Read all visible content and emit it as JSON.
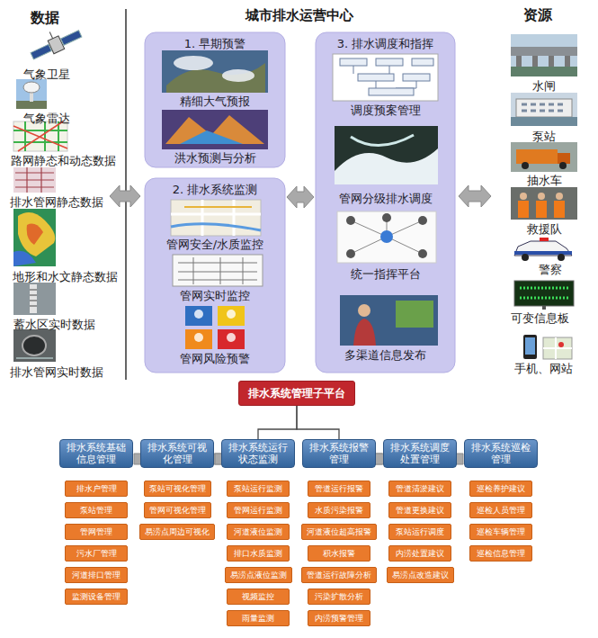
{
  "diagram": {
    "nodes": [
      {
        "text": [
          "1. 早期预警",
          "精细大气预报",
          "洪水预测与分析"
        ]
      },
      {
        "text": [
          "2. 排水系统监测",
          "管网安全/水质监控",
          "管网实时监控",
          "管网风险预警"
        ]
      },
      {
        "text": [
          "3. 排水调度和指挥",
          "调度预案管理",
          "管网分级排水调度",
          "统一指挥平台",
          "多渠道信息发布"
        ]
      },
      {
        "text": [
          "排水系统管理子平台"
        ]
      },
      {
        "text": [
          "排水系统基础信息管理"
        ]
      },
      {
        "text": [
          "排水系统可视化管理"
        ]
      },
      {
        "text": [
          "排水系统运行状态监测"
        ]
      },
      {
        "text": [
          "排水系统报警管理"
        ]
      },
      {
        "text": [
          "排水系统调度处置管理"
        ]
      },
      {
        "text": [
          "排水系统巡检管理"
        ]
      },
      {
        "text": [
          "排水户管理"
        ]
      },
      {
        "text": [
          "泵站管理"
        ]
      },
      {
        "text": [
          "管网管理"
        ]
      },
      {
        "text": [
          "污水厂管理"
        ]
      },
      {
        "text": [
          "河道排口管理"
        ]
      },
      {
        "text": [
          "监测设备管理"
        ]
      },
      {
        "text": [
          "泵站可视化管理"
        ]
      },
      {
        "text": [
          "管网可视化管理"
        ]
      },
      {
        "text": [
          "易涝点周边可视化"
        ]
      },
      {
        "text": [
          "泵站运行监测"
        ]
      },
      {
        "text": [
          "管网运行监测"
        ]
      },
      {
        "text": [
          "河道液位监测"
        ]
      },
      {
        "text": [
          "排口水质监测"
        ]
      },
      {
        "text": [
          "易涝点液位监测"
        ]
      },
      {
        "text": [
          "视频监控"
        ]
      },
      {
        "text": [
          "雨量监测"
        ]
      },
      {
        "text": [
          "管道运行报警"
        ]
      },
      {
        "text": [
          "水质污染报警"
        ]
      },
      {
        "text": [
          "河道液位超高报警"
        ]
      },
      {
        "text": [
          "积水报警"
        ]
      },
      {
        "text": [
          "管道运行故障分析"
        ]
      },
      {
        "text": [
          "污染扩散分析"
        ]
      },
      {
        "text": [
          "内涝预警管理"
        ]
      },
      {
        "text": [
          "管道清淤建议"
        ]
      },
      {
        "text": [
          "管道更换建议"
        ]
      },
      {
        "text": [
          "泵站运行调度"
        ]
      },
      {
        "text": [
          "内涝处置建议"
        ]
      },
      {
        "text": [
          "易涝点改造建议"
        ]
      },
      {
        "text": [
          "巡检养护建议"
        ]
      },
      {
        "text": [
          "巡检人员管理"
        ]
      },
      {
        "text": [
          "巡检车辆管理"
        ]
      },
      {
        "text": [
          "巡检信息管理"
        ]
      }
    ],
    "edges": [
      {
        "from": 1,
        "to": 2,
        "arrow": "both"
      },
      {
        "from": 3,
        "to": 4,
        "arrow": "none"
      },
      {
        "from": 3,
        "to": 5,
        "arrow": "none"
      },
      {
        "from": 3,
        "to": 6,
        "arrow": "none"
      },
      {
        "from": 3,
        "to": 7,
        "arrow": "none"
      },
      {
        "from": 3,
        "to": 8,
        "arrow": "none"
      },
      {
        "from": 3,
        "to": 9,
        "arrow": "none"
      }
    ],
    "labels": [
      "数据",
      "气象卫星",
      "气象雷达",
      "路网静态和动态数据",
      "排水管网静态数据",
      "地形和水文静态数据",
      "蓄水区实时数据",
      "排水管网实时数据",
      "城市排水运营中心",
      "资源",
      "水闸",
      "泵站",
      "抽水车",
      "救援队",
      "警察",
      "可变信息板",
      "手机、网站"
    ]
  }
}
